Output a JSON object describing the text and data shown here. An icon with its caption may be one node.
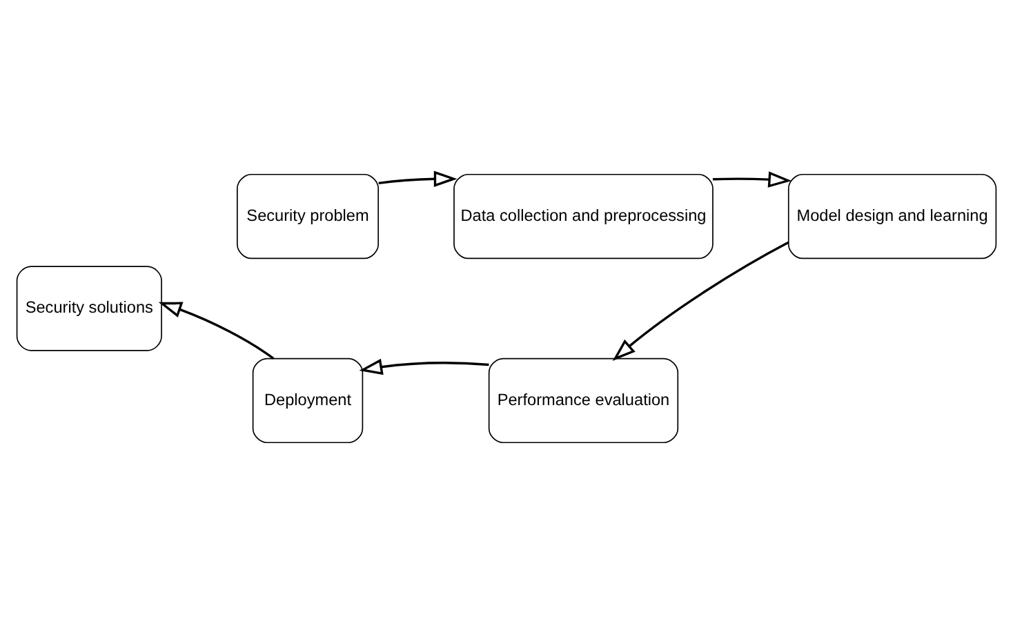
{
  "diagram": {
    "nodes": [
      {
        "text": [
          "Security problem"
        ]
      },
      {
        "text": [
          "Data collection and preprocessing"
        ]
      },
      {
        "text": [
          "Model design and learning"
        ]
      },
      {
        "text": [
          "Performance evaluation"
        ]
      },
      {
        "text": [
          "Deployment"
        ]
      },
      {
        "text": [
          "Security solutions"
        ]
      }
    ],
    "edges": [
      {
        "from": 0,
        "to": 1,
        "arrow": "to"
      },
      {
        "from": 1,
        "to": 2,
        "arrow": "to"
      },
      {
        "from": 2,
        "to": 3,
        "arrow": "to"
      },
      {
        "from": 3,
        "to": 4,
        "arrow": "to"
      },
      {
        "from": 4,
        "to": 5,
        "arrow": "to"
      }
    ]
  }
}
